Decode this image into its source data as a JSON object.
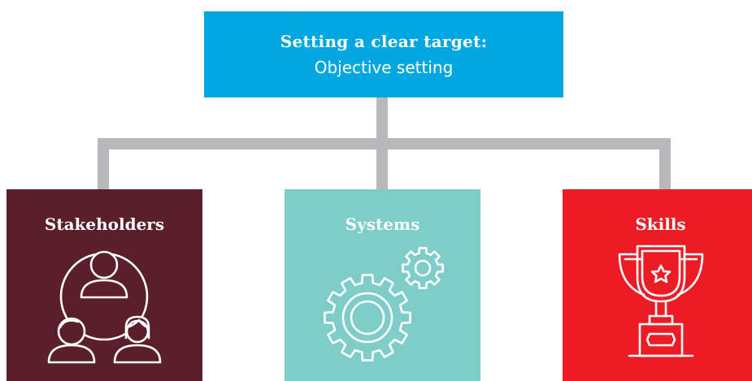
{
  "header": {
    "title": "Setting a clear target:",
    "subtitle": "Objective setting",
    "color": "#02a7e1"
  },
  "connector_color": "#b7b8ba",
  "cards": [
    {
      "label": "Stakeholders",
      "icon": "people-group-icon",
      "color": "#5b1f2b"
    },
    {
      "label": "Systems",
      "icon": "gears-icon",
      "color": "#7ecdc9"
    },
    {
      "label": "Skills",
      "icon": "trophy-icon",
      "color": "#ed1c24"
    }
  ]
}
